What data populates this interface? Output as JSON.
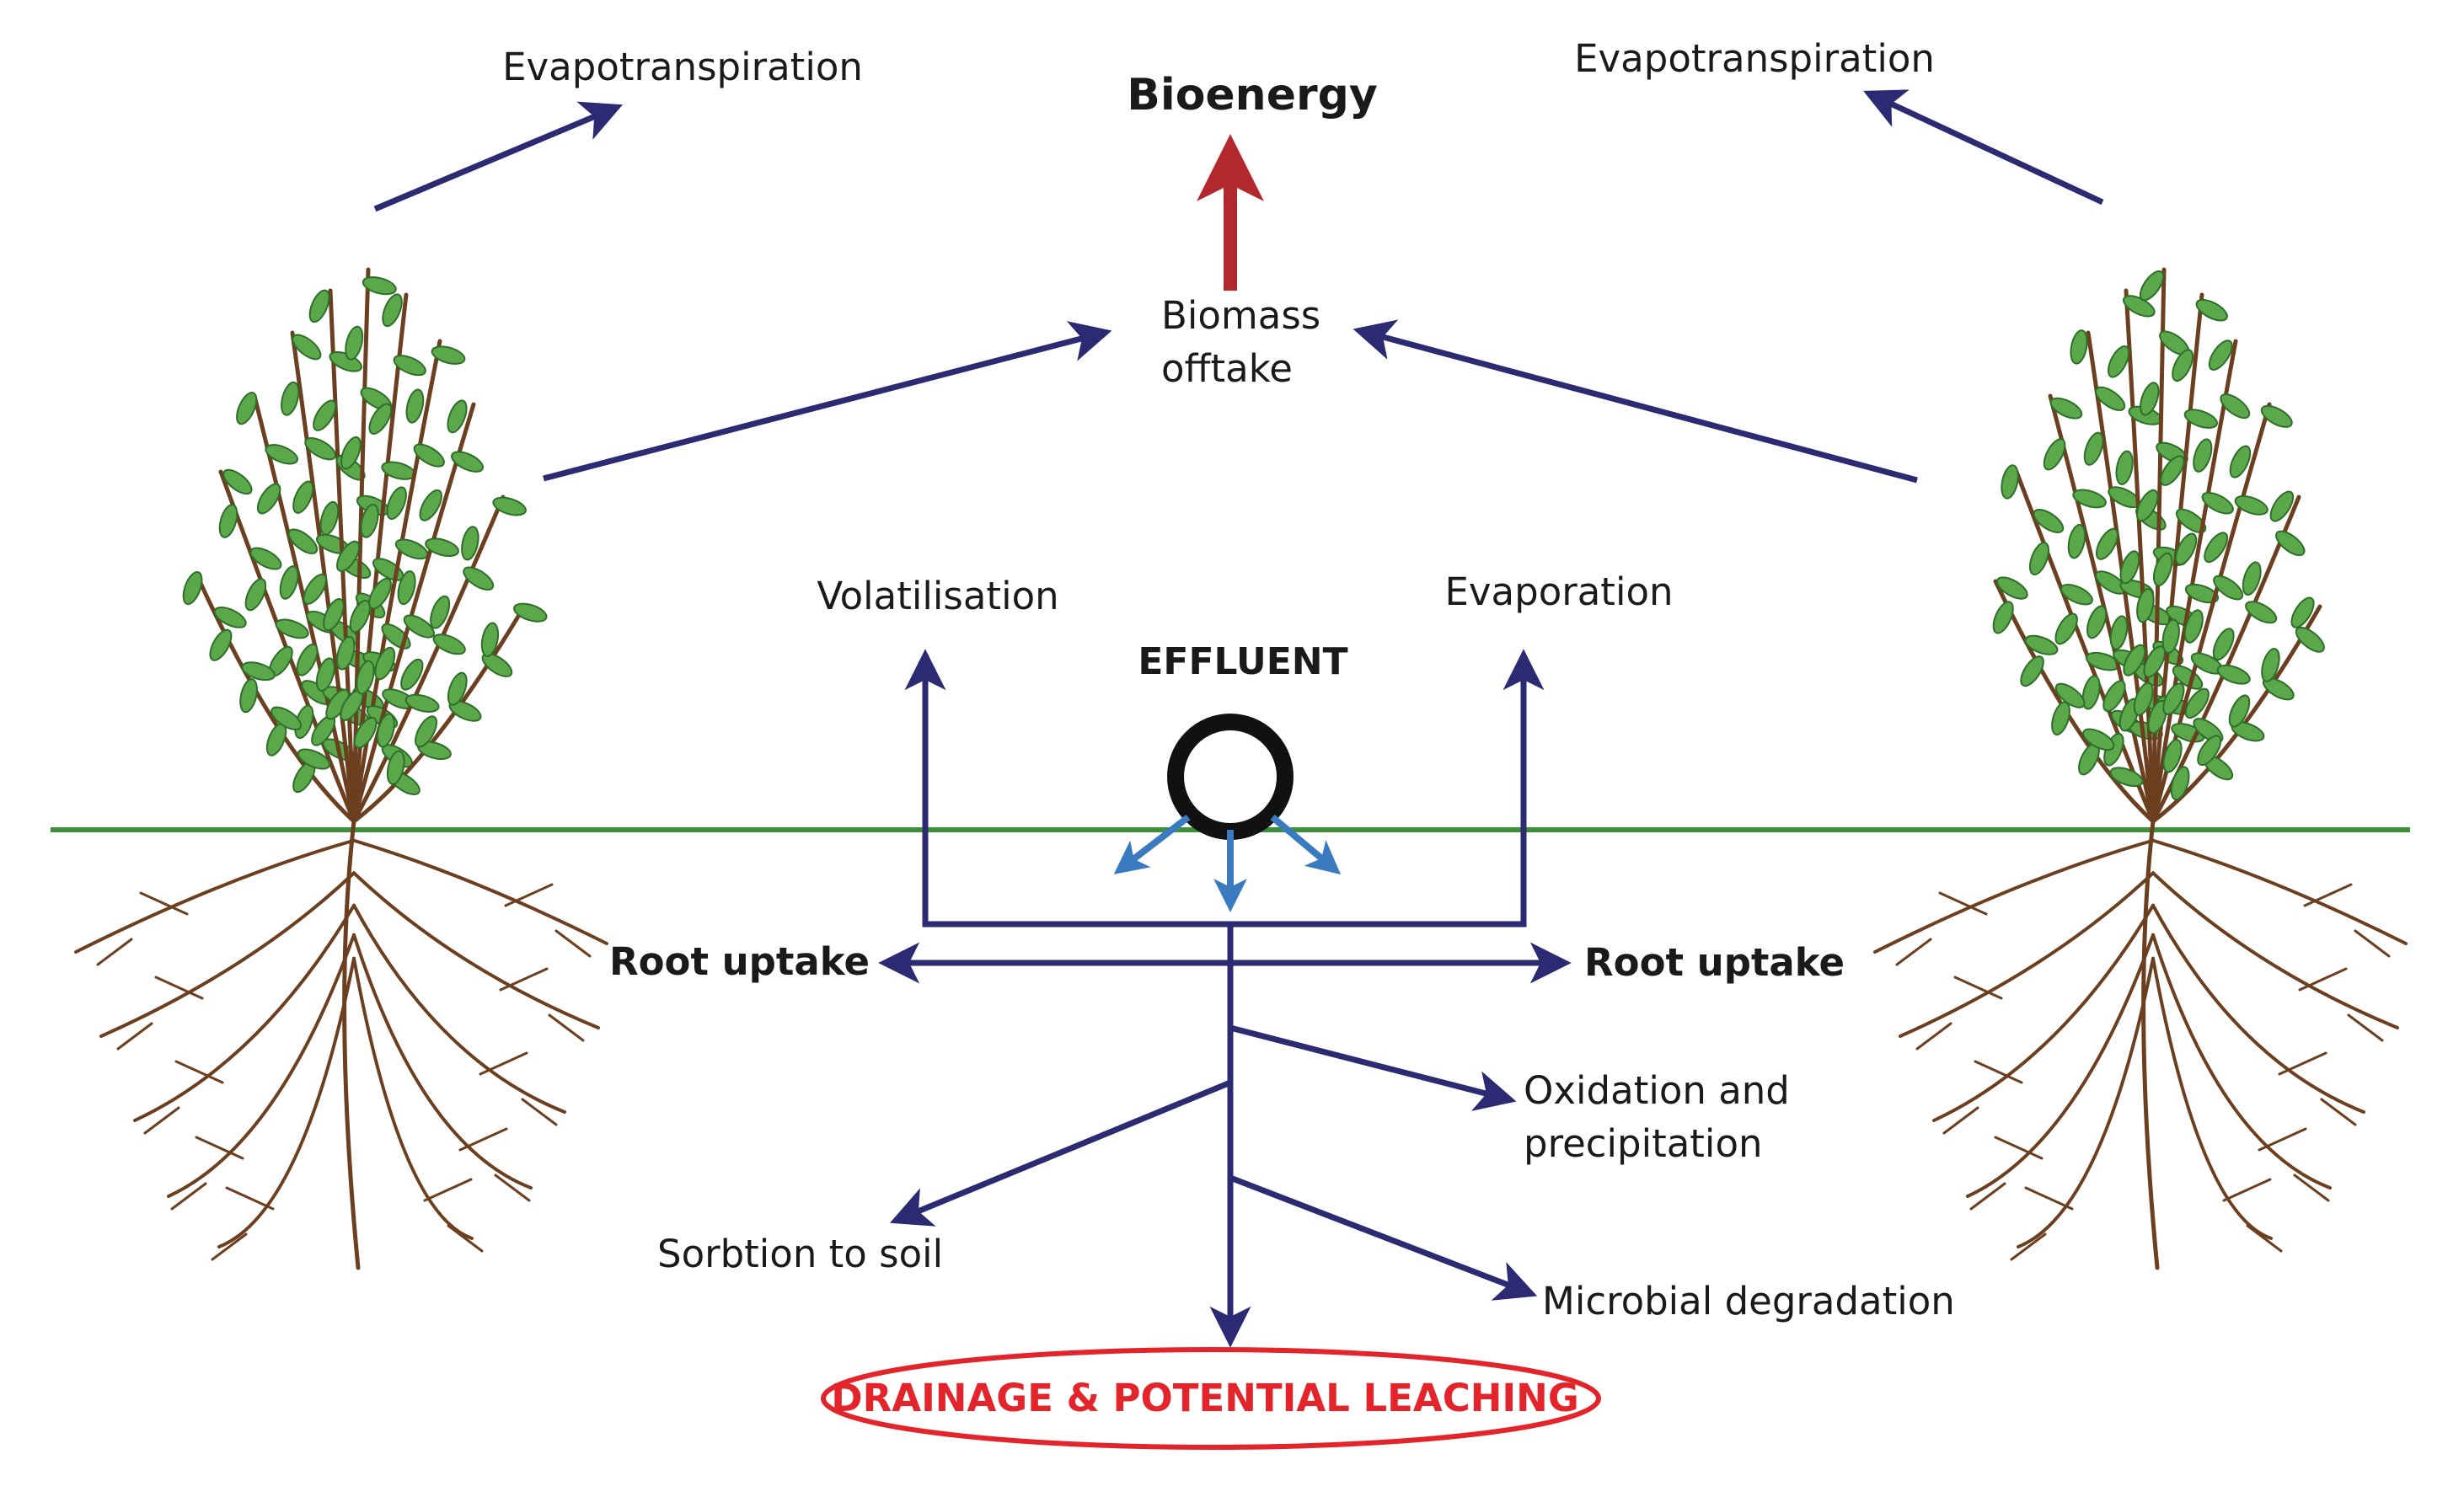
{
  "labels": {
    "evapotranspiration_left": "Evapotranspiration",
    "evapotranspiration_right": "Evapotranspiration",
    "bioenergy": "Bioenergy",
    "biomass_line1": "Biomass",
    "biomass_line2": "offtake",
    "volatilisation": "Volatilisation",
    "evaporation": "Evaporation",
    "effluent": "EFFLUENT",
    "root_uptake_left": "Root uptake",
    "root_uptake_right": "Root uptake",
    "oxidation_line1": "Oxidation and",
    "oxidation_line2": "precipitation",
    "sorbtion": "Sorbtion to soil",
    "microbial": "Microbial degradation",
    "drainage": "DRAINAGE & POTENTIAL LEACHING"
  },
  "colors": {
    "flow_arrow": "#2b2a72",
    "bioenergy_arrow": "#b3282d",
    "effluent_spray": "#3a7bbf",
    "ground_line": "#3f8f3a",
    "drainage": "#e3242b",
    "stem": "#6b3f1f",
    "leaf": "#5aa84a",
    "leaf_edge": "#2f6e2a"
  },
  "icons": {
    "plant": "plant-icon",
    "pipe": "effluent-pipe-icon"
  }
}
